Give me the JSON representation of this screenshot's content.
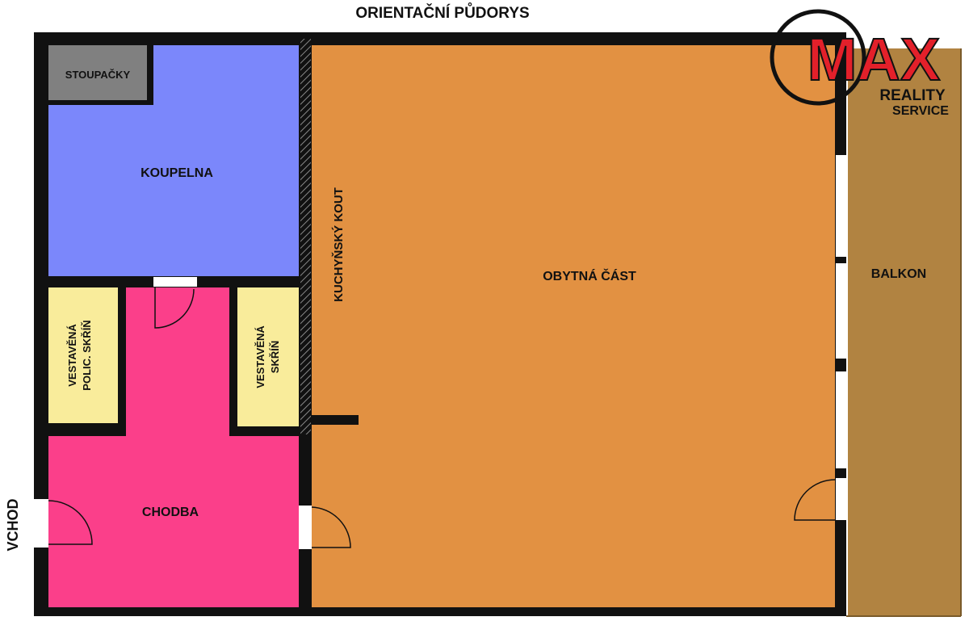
{
  "title": "ORIENTAČNÍ PŮDORYS",
  "entrance_label": "VCHOD",
  "logo": {
    "brand": "MAX",
    "line1": "REALITY",
    "line2": "SERVICE",
    "brand_color": "#e3202a"
  },
  "rooms": {
    "stoupacky": {
      "label": "STOUPAČKY",
      "color": "#808080"
    },
    "koupelna": {
      "label": "KOUPELNA",
      "color": "#7b87fb"
    },
    "kuchynsky_kout": {
      "label": "KUCHYŇSKÝ KOUT"
    },
    "obytna_cast": {
      "label": "OBYTNÁ ČÁST",
      "color": "#e29142"
    },
    "balkon": {
      "label": "BALKON",
      "color": "#b18341"
    },
    "chodba": {
      "label": "CHODBA",
      "color": "#fb3f8a"
    },
    "closet_left": {
      "line1": "VESTAVĚNÁ",
      "line2": "POLIC. SKŘÍŇ",
      "color": "#f9ec9b"
    },
    "closet_right": {
      "line1": "VESTAVĚNÁ",
      "line2": "SKŘÍŇ",
      "color": "#f9ec9b"
    }
  },
  "colors": {
    "wall": "#111111",
    "window": "#ffffff"
  }
}
